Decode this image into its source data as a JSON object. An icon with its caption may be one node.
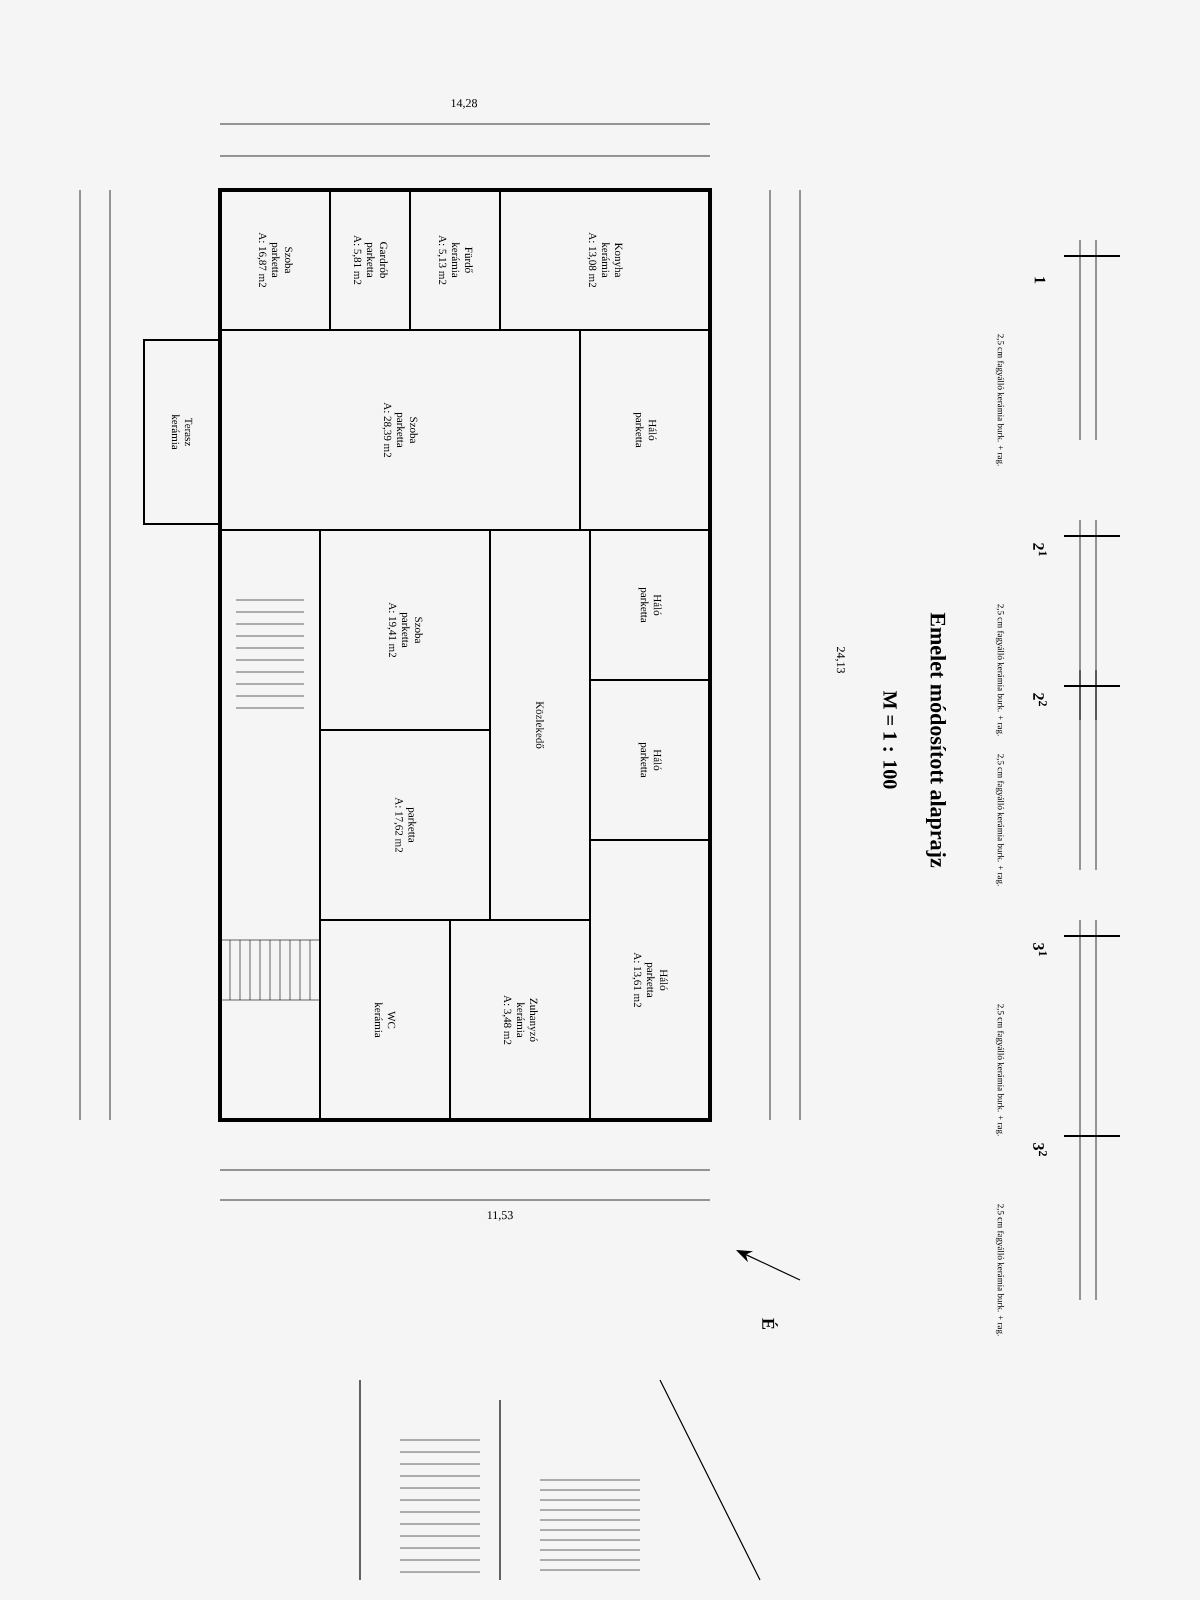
{
  "diagram": {
    "nodes": [
      {
        "text": [
          "Szoba",
          "parketta",
          "A: 16,87 m2"
        ]
      },
      {
        "text": [
          "Gardrób",
          "parketta",
          "A: 5,81 m2"
        ]
      },
      {
        "text": [
          "Fürdő",
          "kerámia",
          "A: 5,13 m2"
        ]
      },
      {
        "text": [
          "Konyha",
          "kerámia",
          "A: 13,08 m2"
        ]
      },
      {
        "text": [
          "Terasz",
          "kerámia"
        ]
      },
      {
        "text": [
          "Szoba",
          "parketta",
          "A: 28,39 m2"
        ]
      },
      {
        "text": [
          "Háló",
          "parketta"
        ]
      },
      {
        "text": [
          "Szoba",
          "parketta",
          "A: 19,41 m2"
        ]
      },
      {
        "text": [
          "parketta",
          "A: 17,62 m2"
        ]
      },
      {
        "text": [
          "Közlekedő"
        ]
      },
      {
        "text": [
          "Háló",
          "parketta"
        ]
      },
      {
        "text": [
          "Háló",
          "parketta"
        ]
      },
      {
        "text": [
          "Háló",
          "parketta",
          "A: 13,61 m2"
        ]
      },
      {
        "text": [
          "WC",
          "kerámia"
        ]
      },
      {
        "text": [
          "Zuhanyzó",
          "kerámia",
          "A: 3,48 m2"
        ]
      }
    ],
    "labels": [
      "14,28",
      "24,13",
      "11,53",
      "Emelet módosított alaprajz",
      "M = 1 : 100",
      "É",
      "1",
      "2,5 cm fagyálló kerámia burk. + rag.",
      "2$^{1}$",
      "2,5 cm fagyálló kerámia burk. + rag.",
      "2$^{2}$",
      "2,5 cm fagyálló kerámia burk. + rag.",
      "3$^{1}$",
      "2,5 cm fagyálló kerámia burk. + rag.",
      "3$^{2}$",
      "2,5 cm fagyálló kerámia burk. + rag."
    ]
  }
}
